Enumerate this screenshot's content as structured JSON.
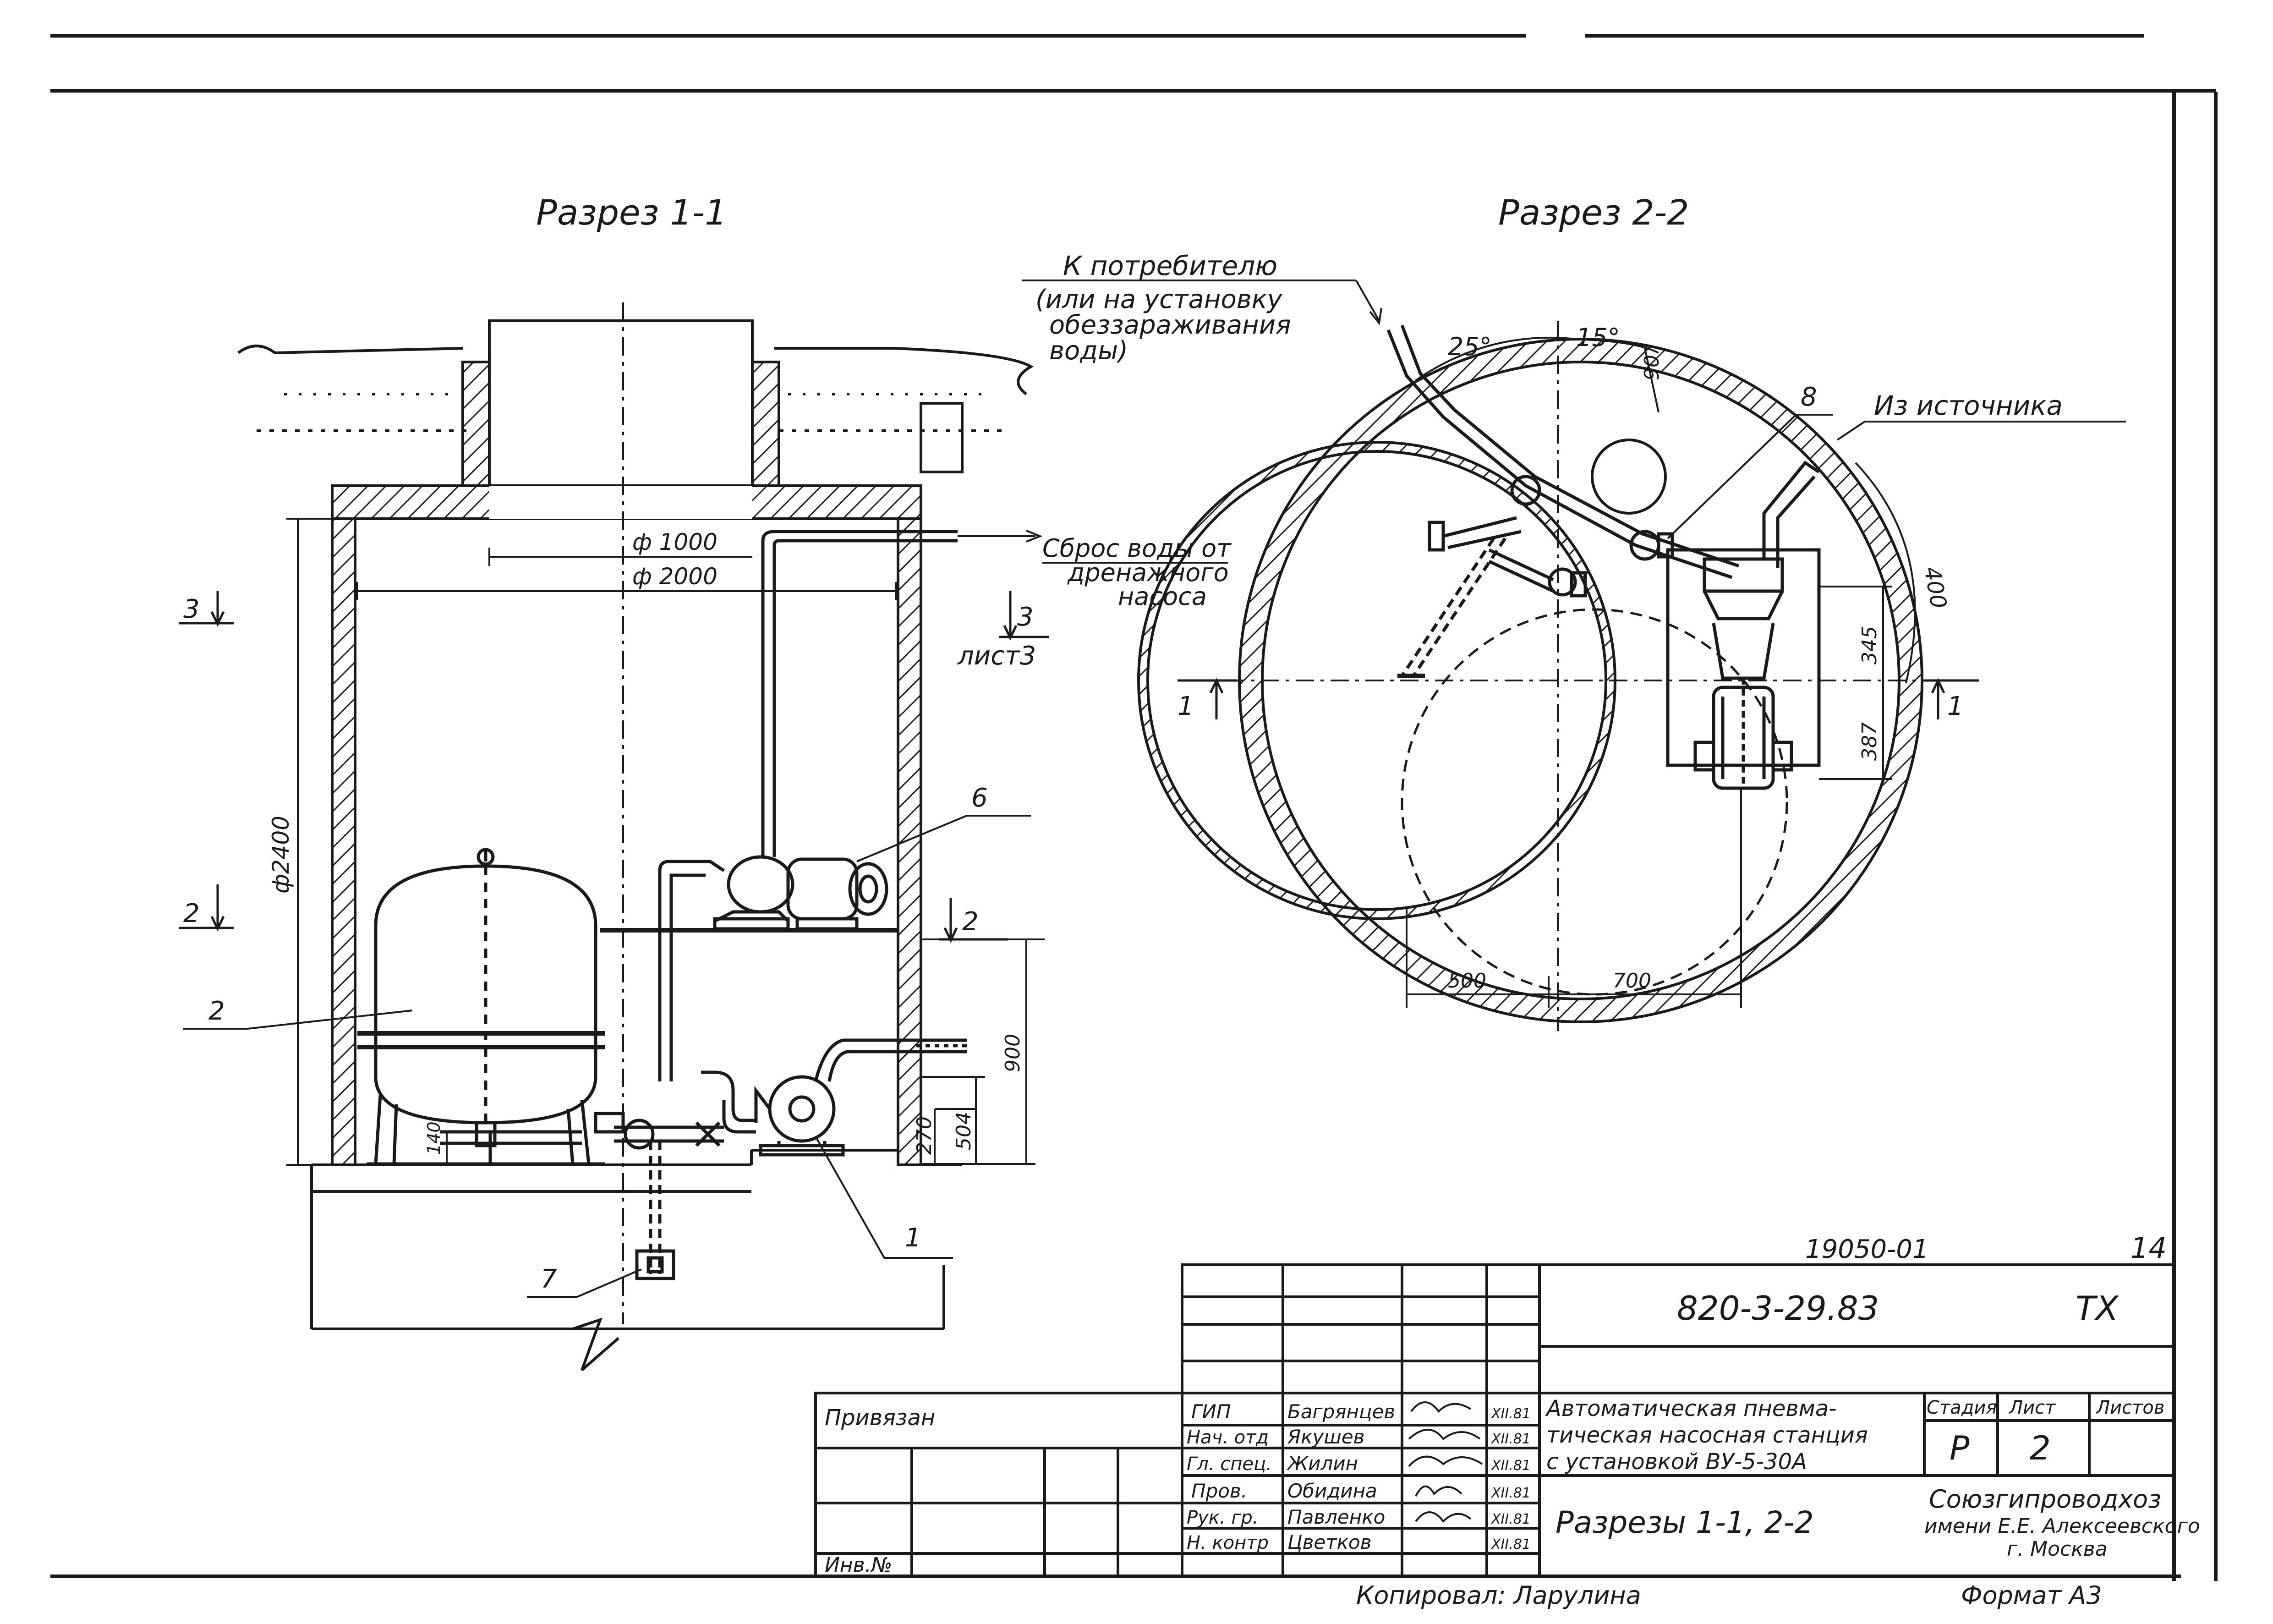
{
  "sections": {
    "left_title": "Разрез 1-1",
    "right_title": "Разрез 2-2"
  },
  "left_labels": {
    "d1000": "ф 1000",
    "d2000": "ф 2000",
    "h2400": "ф2400",
    "drain_1": "Сброс воды от",
    "drain_2": "дренажного",
    "drain_3": "насоса",
    "mark3_left": "3",
    "mark3_right": "3",
    "sheet3": "лист3",
    "mark2_left": "2",
    "mark2_right": "2",
    "pos2": "2",
    "pos6": "6",
    "pos1": "1",
    "pos7": "7",
    "dim900": "900",
    "dim504": "504",
    "dim270": "270",
    "dim140": "140"
  },
  "right_labels": {
    "consumer_1": "К потребителю",
    "consumer_2": "(или на установку",
    "consumer_3": "обеззараживания",
    "consumer_4": "воды)",
    "angle25": "25°",
    "angle15": "15°",
    "dim90": "90",
    "pos8": "8",
    "source": "Из источника",
    "dim400": "400",
    "dim345": "345",
    "dim387": "387",
    "mark1_left": "1",
    "mark1_right": "1",
    "dim500": "500",
    "dim700": "700"
  },
  "title_block": {
    "doc_code_top": "19050-01",
    "sheet_top": "14",
    "doc_number": "820-3-29.83",
    "section_code": "ТХ",
    "bound": "Привязан",
    "inv": "Инв.№",
    "description_1": "Автоматическая пневма-",
    "description_2": "тическая насосная станция",
    "description_3": "с установкой ВУ-5-30А",
    "sheet_name": "Разрезы 1-1, 2-2",
    "stage_label": "Стадия",
    "sheet_label": "Лист",
    "sheets_label": "Листов",
    "stage_value": "Р",
    "sheet_value": "2",
    "org_1": "Союзгипроводхоз",
    "org_2": "имени Е.Е. Алексеевского",
    "org_3": "г. Москва",
    "signatories": [
      {
        "role": "ГИП",
        "name": "Багрянцев",
        "date": "XII.81"
      },
      {
        "role": "Нач. отд",
        "name": "Якушев",
        "date": "XII.81"
      },
      {
        "role": "Гл. спец.",
        "name": "Жилин",
        "date": "XII.81"
      },
      {
        "role": "Пров.",
        "name": "Обидина",
        "date": "XII.81"
      },
      {
        "role": "Рук. гр.",
        "name": "Павленко",
        "date": "XII.81"
      },
      {
        "role": "Н. контр",
        "name": "Цветков",
        "date": "XII.81"
      }
    ],
    "copied_by": "Копировал: Ларулина",
    "format": "Формат А3"
  }
}
